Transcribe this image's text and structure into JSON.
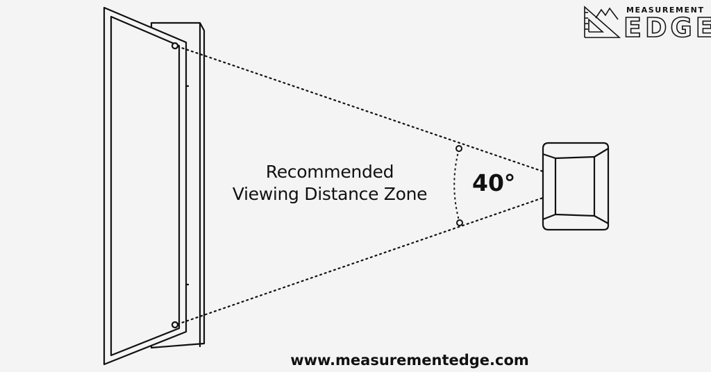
{
  "diagram": {
    "zone_label_line1": "Recommended",
    "zone_label_line2": "Viewing Distance Zone",
    "angle_label": "40°",
    "website": "www.measurementedge.com"
  },
  "logo": {
    "top_text": "MEASUREMENT",
    "main_text": "EDGE"
  },
  "icons": [
    "tv-screen-icon",
    "sofa-icon",
    "logo-mark-icon"
  ]
}
